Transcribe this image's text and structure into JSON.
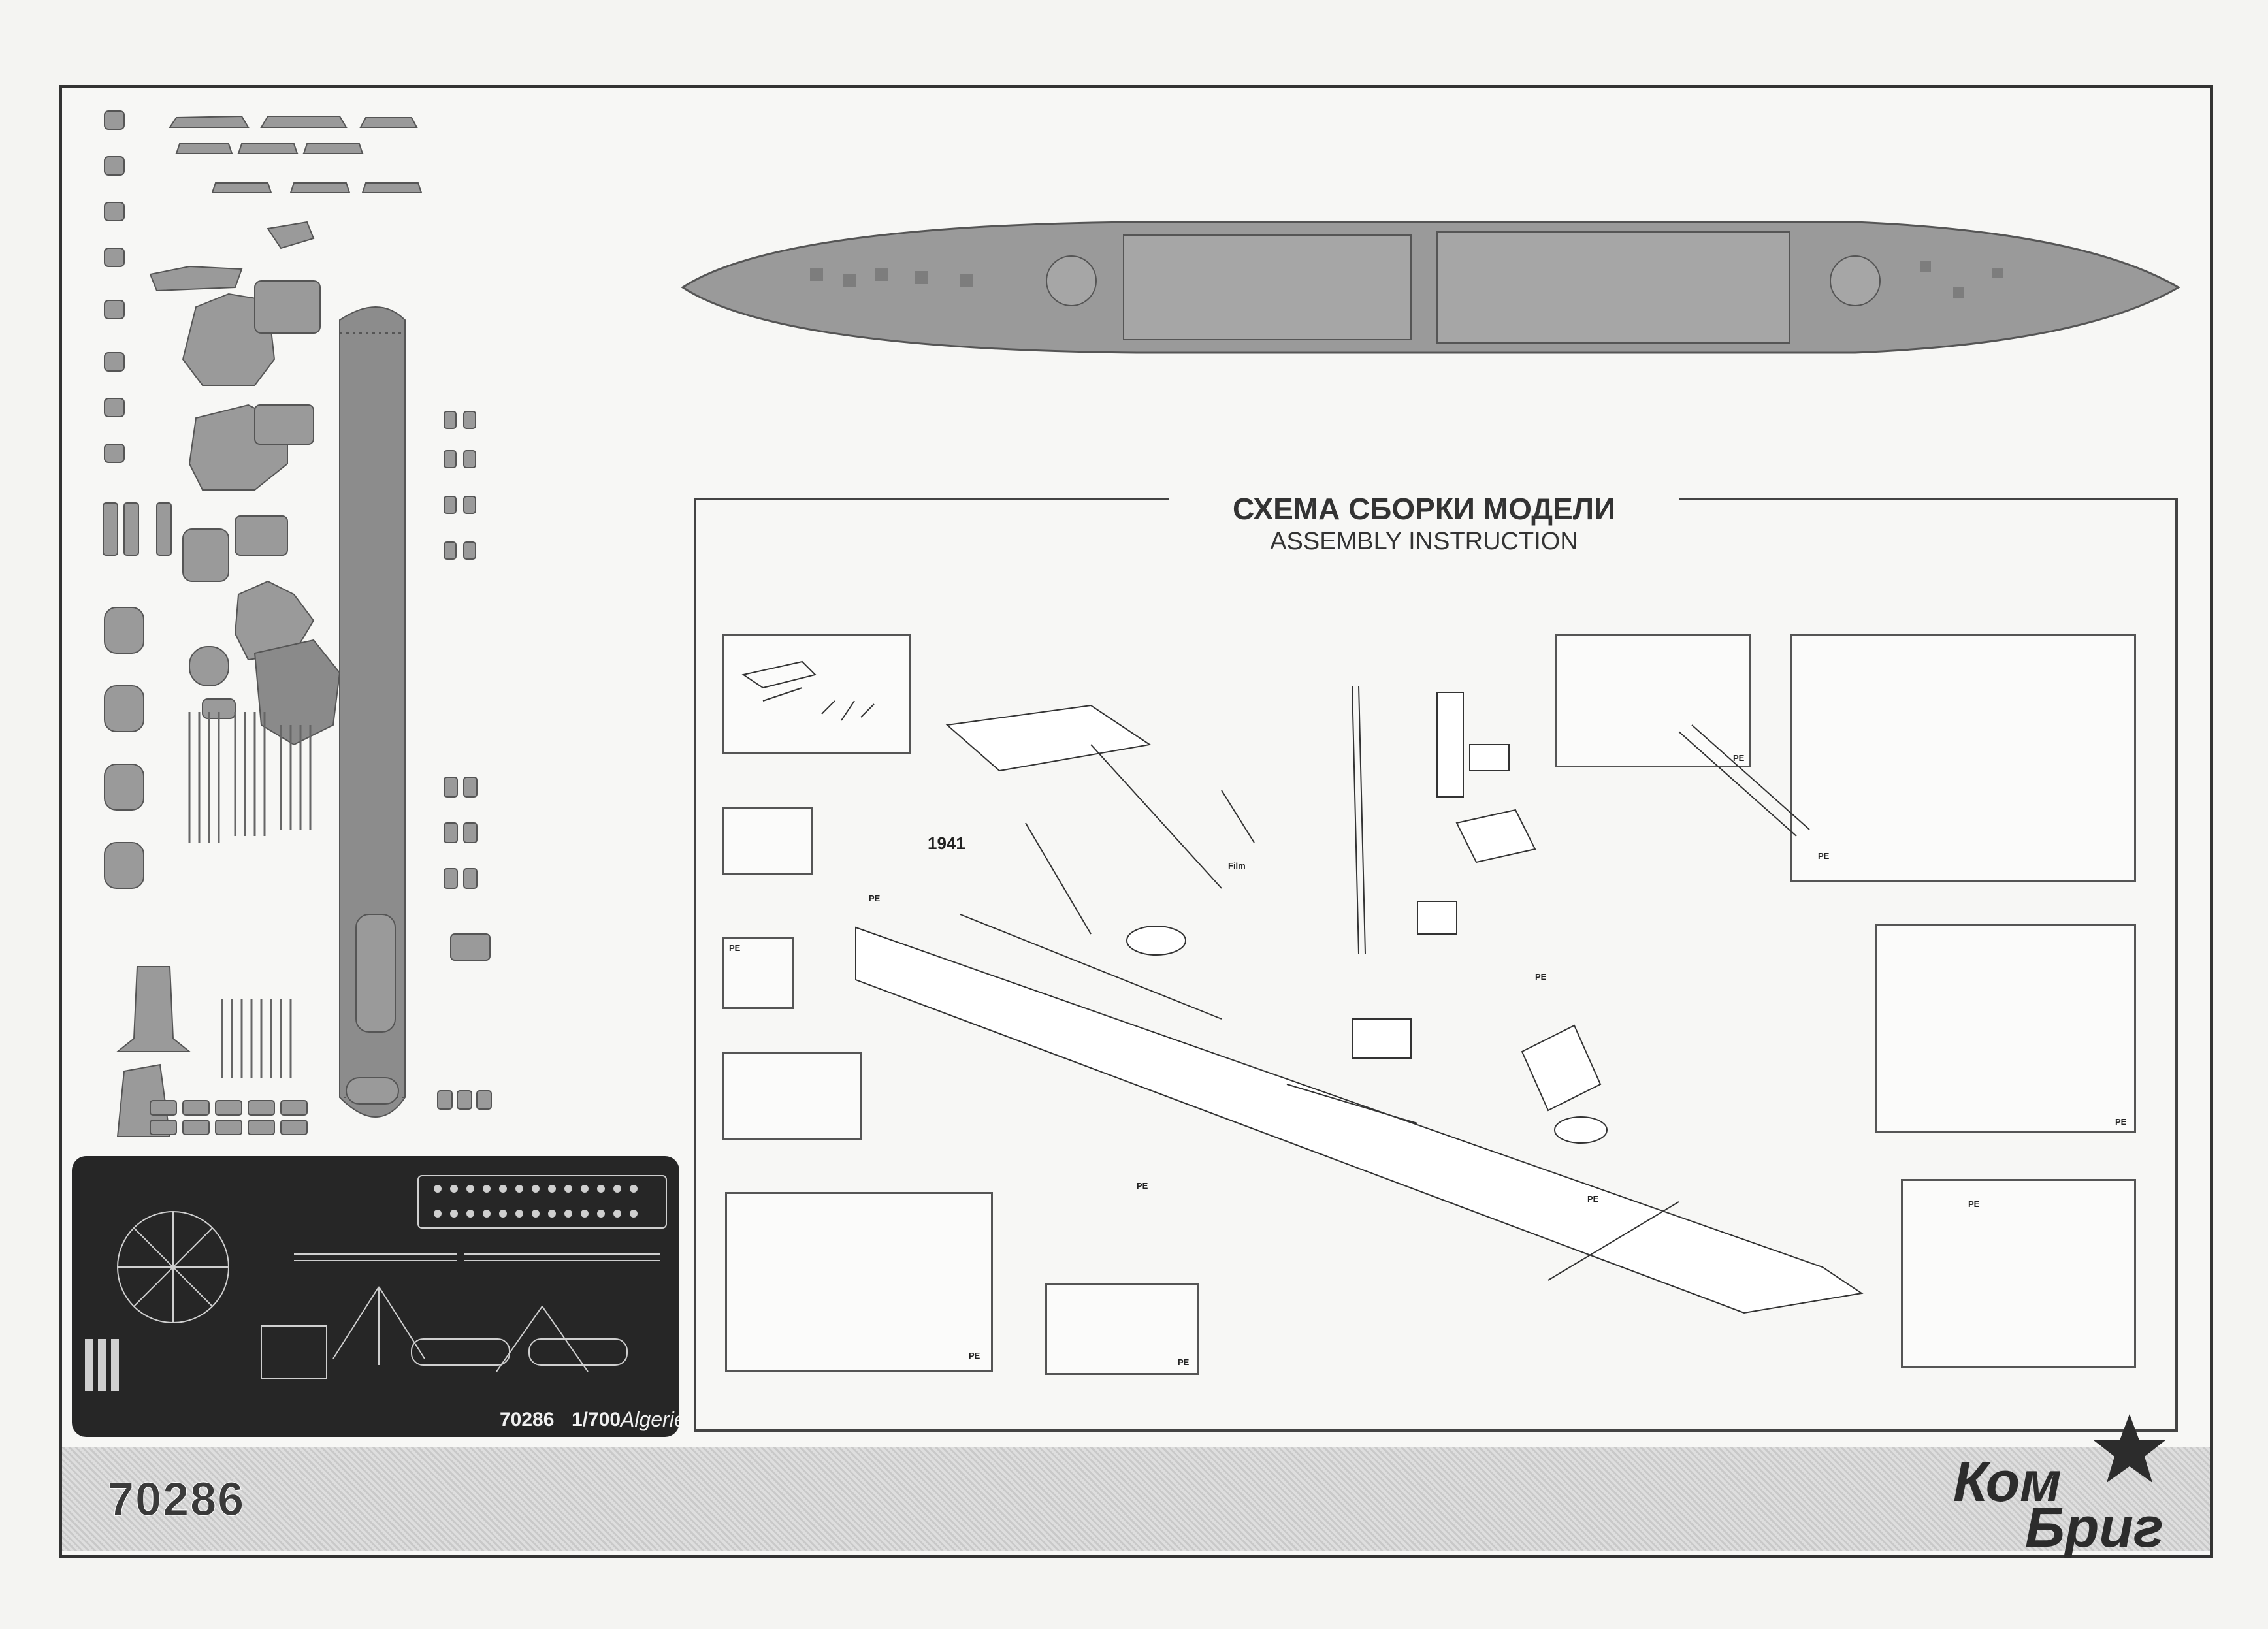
{
  "kit": {
    "number": "70286",
    "pe_code": "70286",
    "pe_scale": "1/700",
    "pe_name": "Algerie"
  },
  "instructions": {
    "title_ru": "СХЕМА СБОРКИ МОДЕЛИ",
    "title_en": "ASSEMBLY INSTRUCTION",
    "year_label": "1941",
    "pe_label": "PE",
    "film_label": "Film"
  },
  "logo": {
    "line1": "Ком",
    "line2": "Бриг",
    "badge": "ru"
  },
  "colors": {
    "resin_gray": "#9a9a9a",
    "resin_dark": "#7d7d7d",
    "pe_fret": "#262626",
    "line": "#333333"
  }
}
